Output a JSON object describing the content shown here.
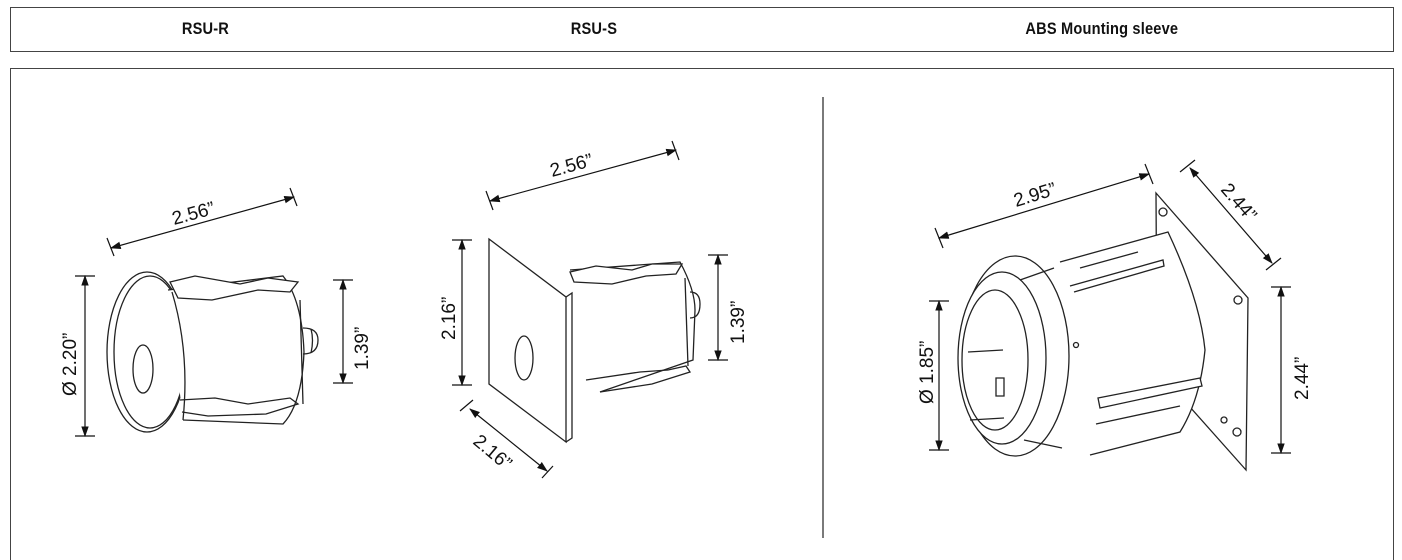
{
  "header": {
    "col1": "RSU-R",
    "col2": "RSU-S",
    "col3": "ABS Mounting sleeve"
  },
  "dimensions": {
    "rsu_r_width": "2.56”",
    "rsu_r_diameter": "Ø 2.20”",
    "rsu_r_height": "1.39”",
    "rsu_s_width": "2.56”",
    "rsu_s_height_left": "2.16”",
    "rsu_s_height_right": "1.39”",
    "rsu_s_depth": "2.16”",
    "sleeve_width": "2.95”",
    "sleeve_flange_width": "2.44”",
    "sleeve_diameter": "Ø 1.85”",
    "sleeve_flange_height": "2.44”"
  }
}
